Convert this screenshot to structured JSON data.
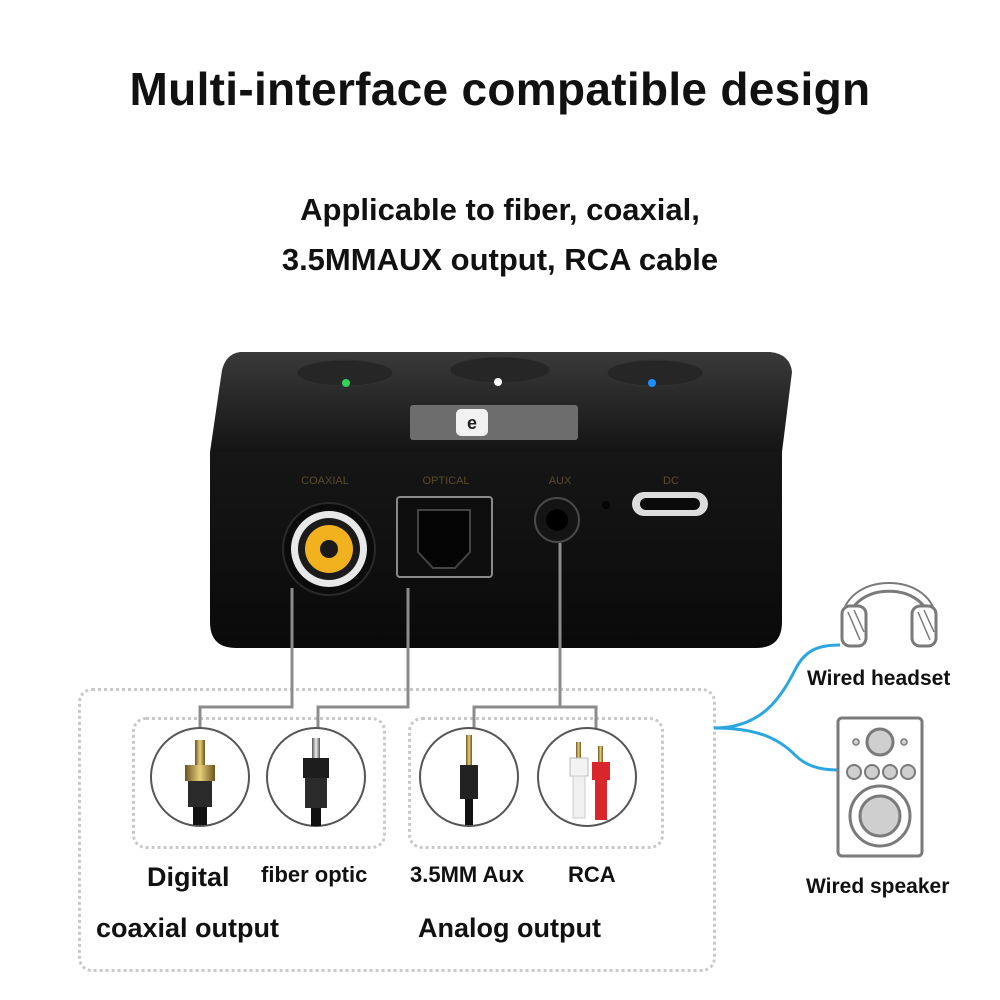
{
  "title": "Multi-interface compatible design",
  "subtitle_line1": "Applicable to fiber, coaxial,",
  "subtitle_line2": "3.5MMAUX output, RCA cable",
  "device": {
    "port_labels": [
      "COAXIAL",
      "OPTICAL",
      "AUX",
      "DC"
    ],
    "led_colors": [
      "#2fd35a",
      "#ffffff",
      "#1e8fff"
    ]
  },
  "connectors": {
    "coaxial": {
      "icon": "coaxial-plug-icon"
    },
    "optical": {
      "icon": "optical-plug-icon"
    },
    "aux": {
      "icon": "aux-plug-icon",
      "label": "3.5MM Aux"
    },
    "rca": {
      "icon": "rca-plug-icon",
      "label": "RCA"
    }
  },
  "labels": {
    "digital": "Digital",
    "fiber_optic": "fiber optic",
    "coaxial_output": "coaxial output",
    "analog_output": "Analog output",
    "wired_headset": "Wired headset",
    "wired_speaker": "Wired speaker"
  },
  "colors": {
    "cable_blue": "#2aa6e0",
    "device_body": "#1a1a1a",
    "rca_yellow": "#f2b21f",
    "rca_red": "#d8262a"
  }
}
